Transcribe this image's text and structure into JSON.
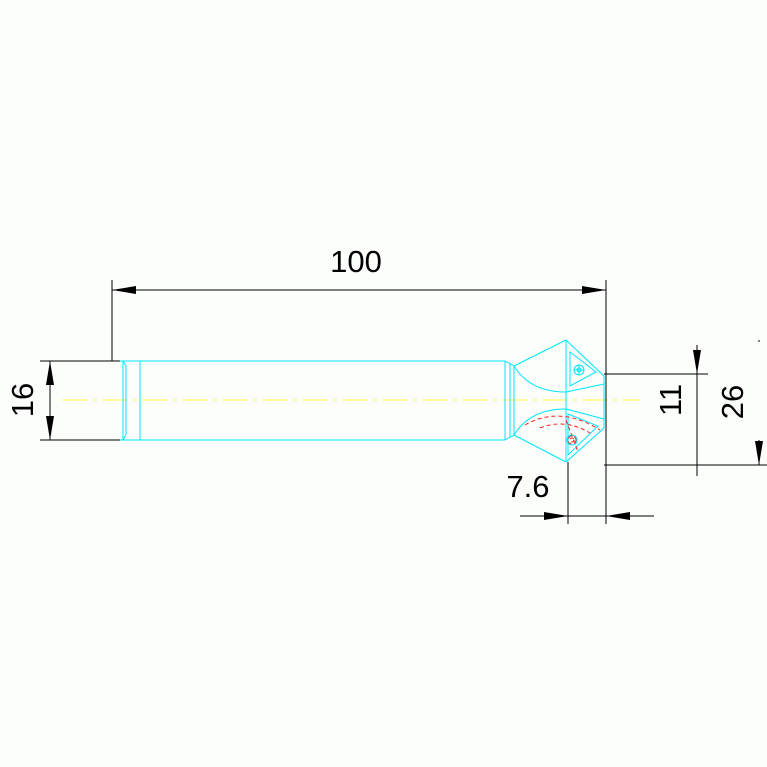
{
  "drawing": {
    "background": "#fbfefb",
    "part_color": "#00e5ff",
    "centerline_color": "#ffff44",
    "insert_mark_color": "#ff2020",
    "dimension_color": "#000000",
    "dimensions": {
      "overall_length": "100",
      "shank_diameter": "16",
      "insert_height": "11",
      "cutting_diameter": "26",
      "chamfer_length": "7.6"
    }
  }
}
